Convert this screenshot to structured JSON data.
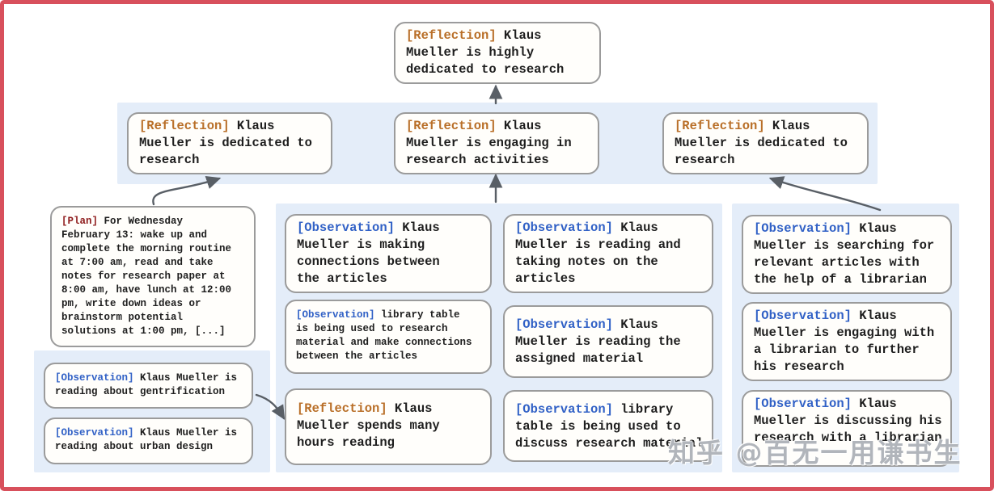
{
  "figure": {
    "description": "Memory tree of reflections, observations and a plan for agent Klaus Mueller"
  },
  "colors": {
    "frame_border": "#d8505c",
    "group_band": "#e4edf9",
    "node_background": "#fffefb",
    "node_border": "#9b9b9b",
    "arrow": "#595f66",
    "reflection_label": "#b96f28",
    "observation_label": "#3161c6",
    "plan_label": "#8f1d1d"
  },
  "nodes": {
    "root": {
      "label": "[Reflection]",
      "text": "Klaus Mueller is highly dedicated to research"
    },
    "reflections": [
      {
        "label": "[Reflection]",
        "text": "Klaus Mueller is dedicated to research"
      },
      {
        "label": "[Reflection]",
        "text": "Klaus Mueller is engaging in research activities"
      },
      {
        "label": "[Reflection]",
        "text": "Klaus Mueller is dedicated to research"
      }
    ],
    "plan": {
      "label": "[Plan]",
      "text": "For Wednesday February 13: wake up and complete the morning routine at 7:00 am, read and take notes for research paper at 8:00 am, have lunch at 12:00 pm, write down ideas or brainstorm potential solutions at 1:00 pm, [...]"
    },
    "left_observations": [
      {
        "label": "[Observation]",
        "text": "Klaus Mueller is reading about gentrification"
      },
      {
        "label": "[Observation]",
        "text": "Klaus Mueller is reading about urban design"
      }
    ],
    "middle_col1": [
      {
        "label": "[Observation]",
        "text": "Klaus Mueller is making connections between the articles"
      },
      {
        "label": "[Observation]",
        "text": "library table is being used to research material and make connections between the articles"
      },
      {
        "label": "[Reflection]",
        "text": "Klaus Mueller spends many hours reading"
      }
    ],
    "middle_col2": [
      {
        "label": "[Observation]",
        "text": "Klaus Mueller is reading and taking notes on the articles"
      },
      {
        "label": "[Observation]",
        "text": "Klaus Mueller is reading the assigned material"
      },
      {
        "label": "[Observation]",
        "text": "library table is being used to discuss research material"
      }
    ],
    "right_observations": [
      {
        "label": "[Observation]",
        "text": "Klaus Mueller is searching for relevant articles with the help of a librarian"
      },
      {
        "label": "[Observation]",
        "text": "Klaus Mueller is engaging with a librarian to further his research"
      },
      {
        "label": "[Observation]",
        "text": "Klaus Mueller is discussing his research with a librarian"
      }
    ]
  },
  "watermark": {
    "text": "知乎 @百无一用谦书生"
  }
}
